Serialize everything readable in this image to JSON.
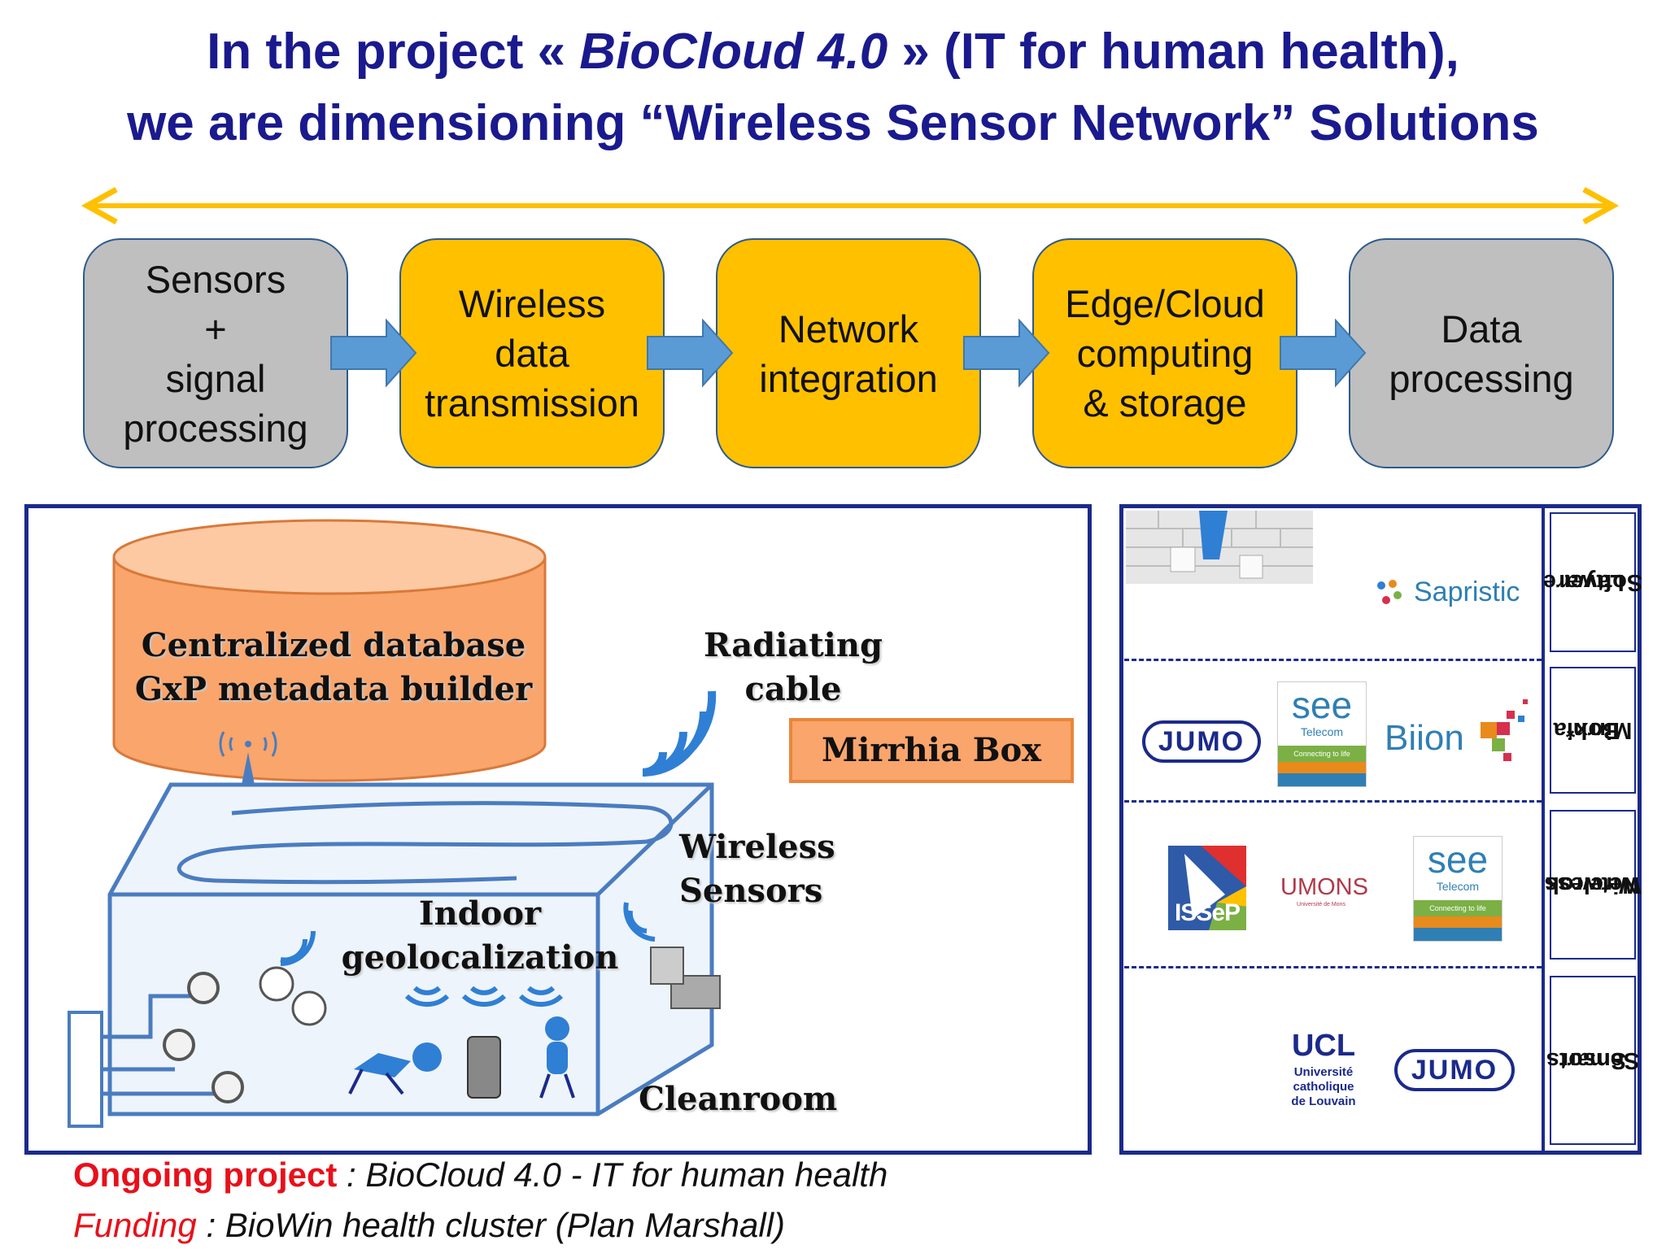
{
  "title": {
    "line1_pre": "In the project « ",
    "line1_em": "BioCloud 4.0",
    "line1_post": " » (IT for human health),",
    "line2": "we are dimensioning “Wireless Sensor Network” Solutions"
  },
  "chain": [
    {
      "line1": "Sensors",
      "line2": "+",
      "line3": "signal",
      "line4": "processing"
    },
    {
      "line1": "Wireless",
      "line2": "data",
      "line3": "transmission"
    },
    {
      "line1": "Network",
      "line2": "integration"
    },
    {
      "line1": "Edge/Cloud",
      "line2": "computing",
      "line3": "& storage"
    },
    {
      "line1": "Data",
      "line2": "processing"
    }
  ],
  "scene": {
    "db_line1": "Centralized database",
    "db_line2": "GxP metadata builder",
    "radiating_line1": "Radiating",
    "radiating_line2": "cable",
    "mirrhia_box": "Mirrhia Box",
    "wireless_line1": "Wireless",
    "wireless_line2": "Sensors",
    "indoor_line1": "Indoor",
    "indoor_line2": "geolocalization",
    "cleanroom": "Cleanroom"
  },
  "partners": {
    "layers": [
      {
        "line1": "Software",
        "line2": "Layer"
      },
      {
        "line1": "Mirrhia",
        "line2": "Box*"
      },
      {
        "line1": "Wireless",
        "line2": "Netwrok"
      },
      {
        "line1": "Smart",
        "line2": "Sensors"
      }
    ],
    "logos": {
      "sapristic": "Sapristic",
      "jumo": "JUMO",
      "see": "see",
      "see_sub": "Telecom",
      "see_tag": "Connecting to life",
      "biion": "Biion",
      "issep": "ISSeP",
      "umons": "UMONS",
      "umons_sub": "Université de Mons",
      "ucl": "UCL",
      "ucl_l1": "Université",
      "ucl_l2": "catholique",
      "ucl_l3": "de Louvain"
    }
  },
  "footer": {
    "ongoing_label": "Ongoing project",
    "ongoing_value": " : BioCloud 4.0 - IT for human health",
    "funding_label": "Funding",
    "funding_value": " : BioWin health cluster (Plan Marshall)"
  },
  "colors": {
    "title": "#1a1a8e",
    "gold": "#ffc000",
    "gray": "#bfbfbf",
    "arrow": "#5b9bd5",
    "db": "#f9a56b",
    "accent_red": "#e8101a"
  }
}
